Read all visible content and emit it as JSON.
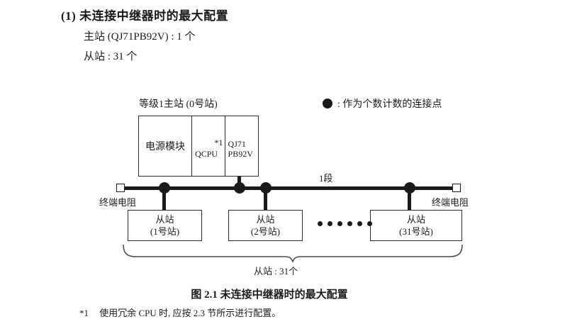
{
  "heading": {
    "title": "(1) 未连接中继器时的最大配置",
    "line_1": "主站 (QJ71PB92V) : 1 个",
    "line_2": "从站 : 31 个"
  },
  "legend": {
    "marker": "filled-circle",
    "text": ": 作为个数计数的连接点"
  },
  "diagram": {
    "master_station_label": "等级1主站 (0号站)",
    "rack": {
      "power_module": "电源模块",
      "cpu_module": "QCPU",
      "cpu_footnote": "*1",
      "master_module_line_1": "QJ71",
      "master_module_line_2": "PB92V"
    },
    "segment_label": "1段",
    "terminator_left_label": "终端电阻",
    "terminator_right_label": "终端电阻",
    "slaves": [
      {
        "name": "从站",
        "station": "(1号站)"
      },
      {
        "name": "从站",
        "station": "(2号站)"
      },
      {
        "name": "从站",
        "station": "(31号站)"
      }
    ],
    "ellipsis_dot_count": 6,
    "brace_label": "从站 : 31个"
  },
  "figure": {
    "caption": "图 2.1  未连接中继器时的最大配置"
  },
  "footnote": {
    "marker": "*1",
    "text": "使用冗余 CPU 时, 应按 2.3 节所示进行配置。"
  },
  "colors": {
    "ink": "#1a1a1a",
    "line": "#2a2a2a",
    "background": "#ffffff"
  }
}
